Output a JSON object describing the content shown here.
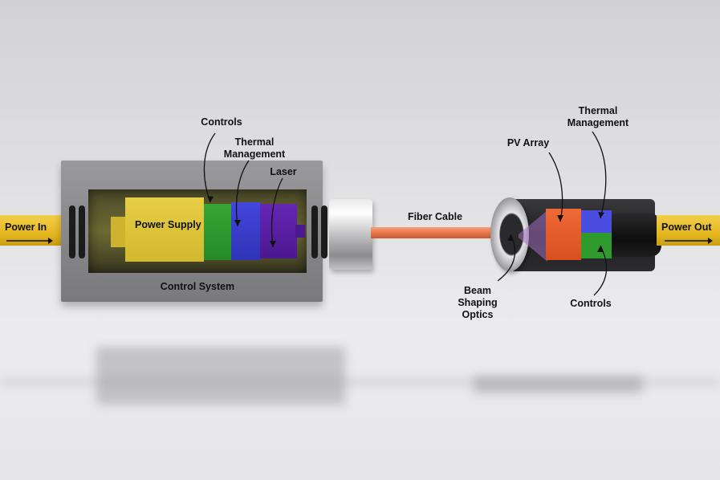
{
  "labels": {
    "power_in": "Power In",
    "power_out": "Power Out",
    "controls_left": "Controls",
    "thermal_left": "Thermal Management",
    "laser": "Laser",
    "power_supply": "Power Supply",
    "control_system": "Control System",
    "fiber_cable": "Fiber Cable",
    "pv_array": "PV Array",
    "thermal_right": "Thermal Management",
    "beam_optics": "Beam Shaping Optics",
    "controls_right": "Controls"
  },
  "colors": {
    "cable_yellow": "#e8bb22",
    "power_supply": "#ddc43a",
    "controls_green": "#2f9b2f",
    "thermal_blue": "#3a3ed0",
    "laser_purple": "#5a1ea8",
    "fiber_orange": "#e8774a",
    "pv_orange": "#e65a2a",
    "housing_grey": "#8d8d8f"
  }
}
